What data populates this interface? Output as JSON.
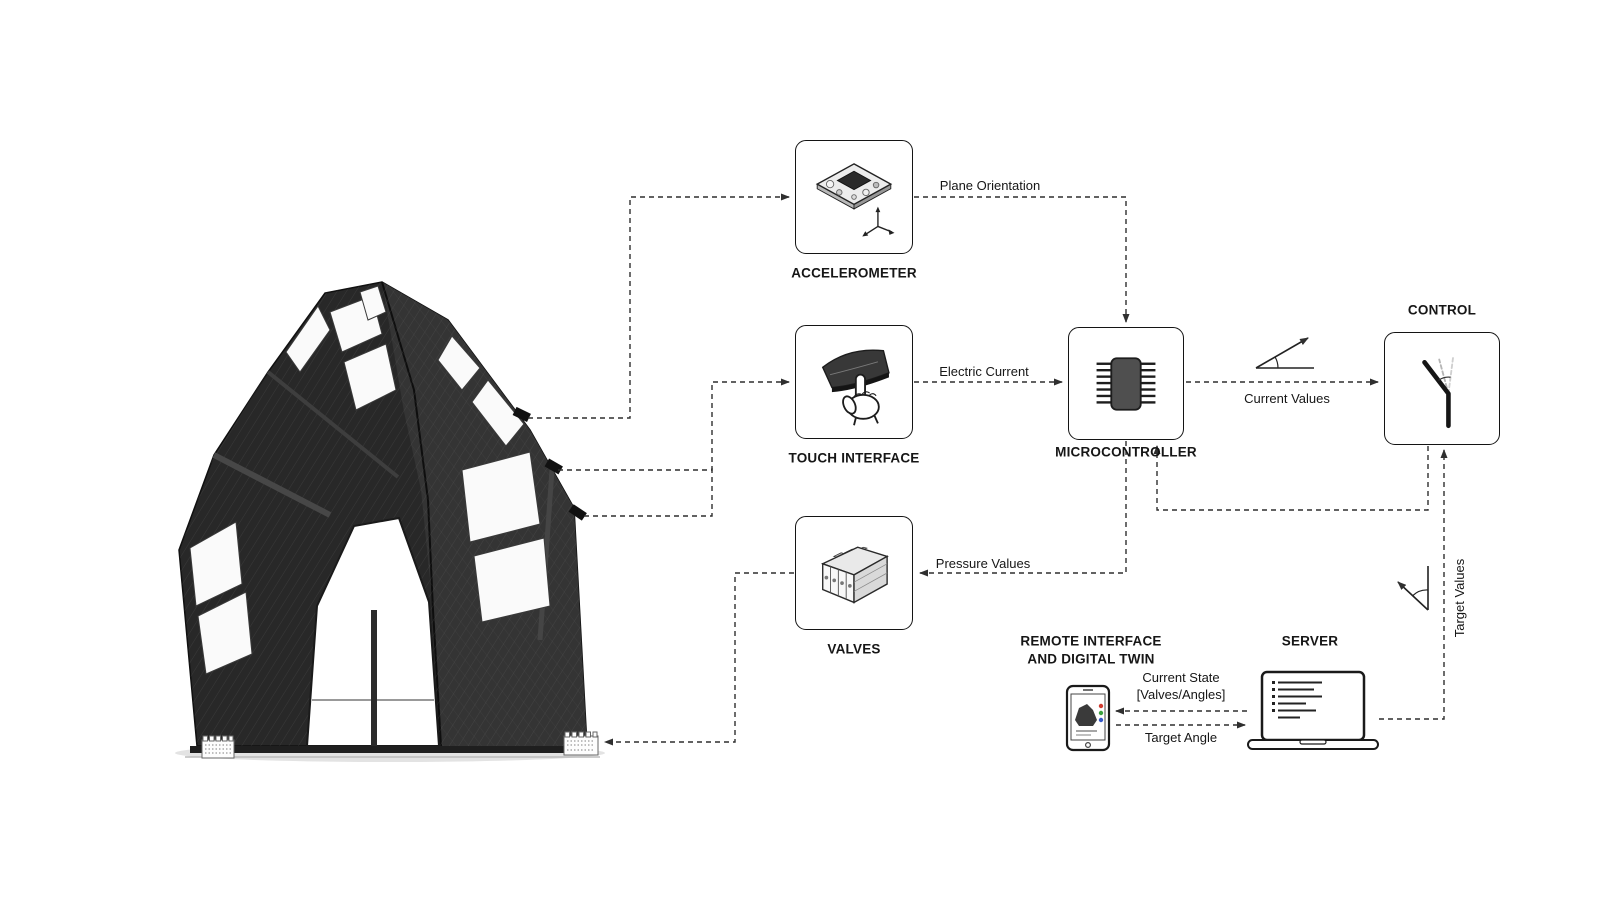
{
  "nodes": {
    "accelerometer": "ACCELEROMETER",
    "touch_interface": "TOUCH INTERFACE",
    "valves": "VALVES",
    "microcontroller": "MICROCONTROLLER",
    "control": "CONTROL",
    "remote_line1": "REMOTE INTERFACE",
    "remote_line2": "AND DIGITAL TWIN",
    "server": "SERVER"
  },
  "edges": {
    "plane_orientation": "Plane Orientation",
    "electric_current": "Electric Current",
    "current_values": "Current Values",
    "pressure_values": "Pressure Values",
    "target_values": "Target Values",
    "current_state_line1": "Current State",
    "current_state_line2": "[Valves/Angles]",
    "target_angle": "Target Angle"
  },
  "colors": {
    "connector": "#2f2f2f",
    "structure_dark": "#282828",
    "status_dot_red": "#d03a2f",
    "status_dot_green": "#3aa13f",
    "status_dot_blue": "#3558c9"
  },
  "icon_names": [
    "accelerometer-pcb-icon",
    "touch-hand-icon",
    "valve-manifold-icon",
    "microcontroller-chip-icon",
    "control-flap-icon",
    "angle-symbol-icon",
    "smartphone-icon",
    "laptop-icon",
    "pavilion-structure",
    "air-supply-block"
  ]
}
